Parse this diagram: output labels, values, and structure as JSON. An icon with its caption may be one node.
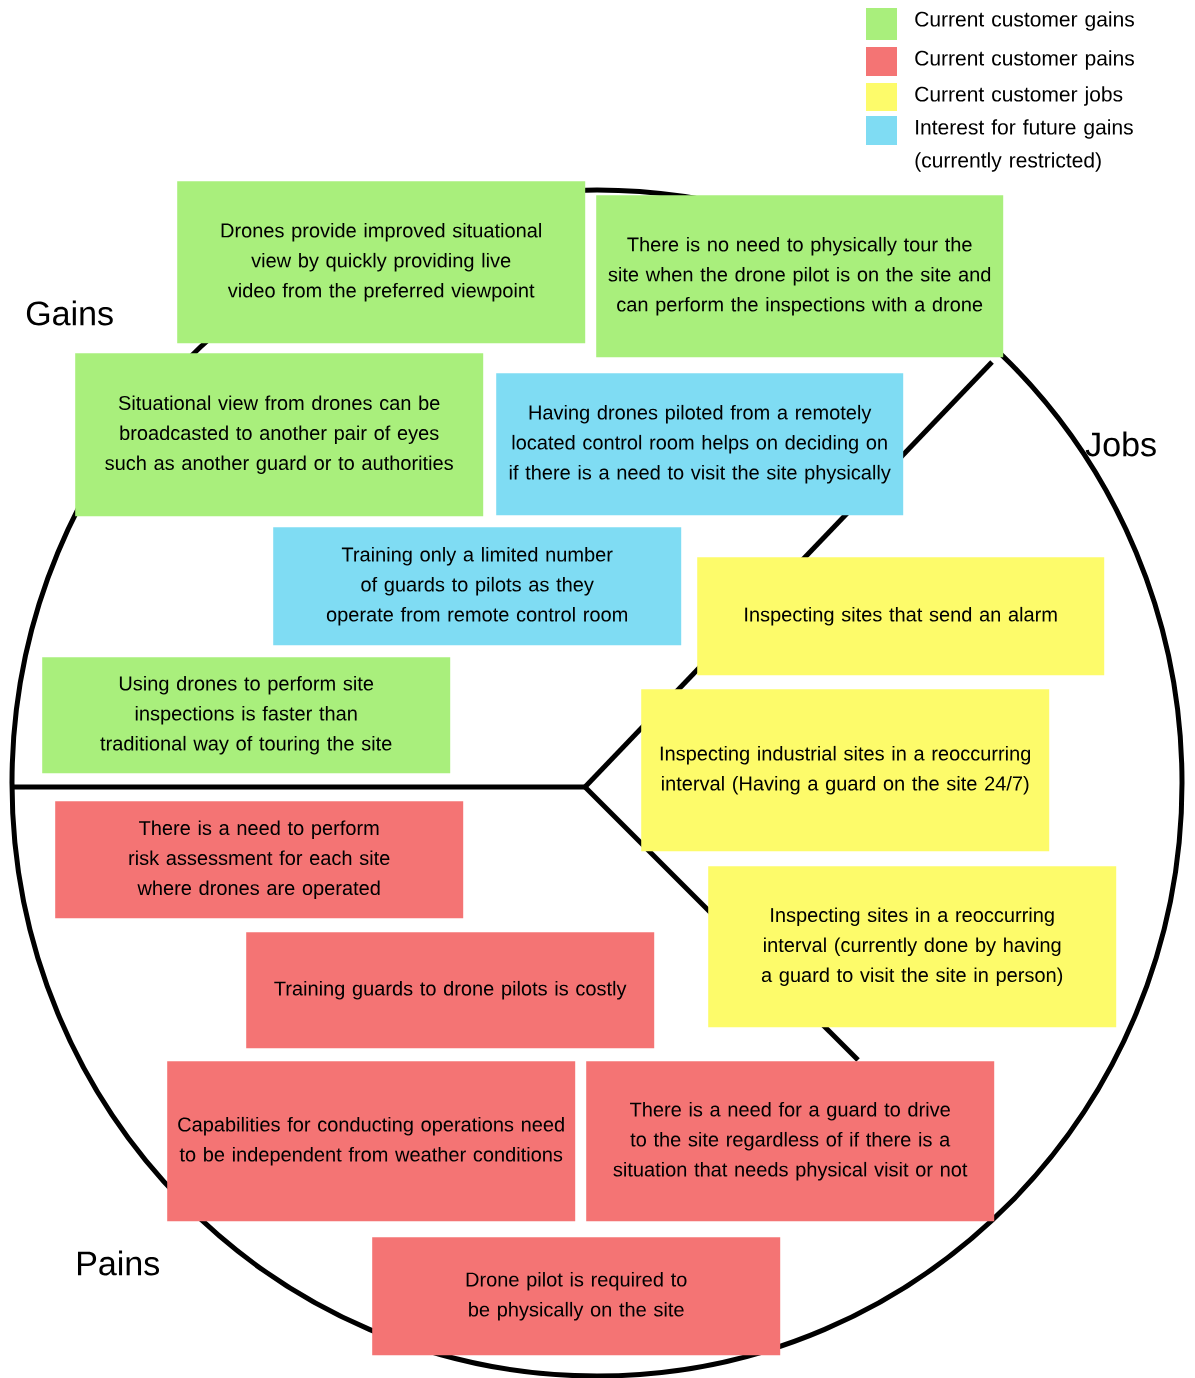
{
  "diagram": {
    "nodes": [
      {
        "text": [
          "Drones provide improved situational view by quickly providing live video from the preferred viewpoint"
        ]
      },
      {
        "text": [
          "There is no need to physically tour the site when the drone pilot is on the site and can perform the inspections with a drone"
        ]
      },
      {
        "text": [
          "Situational view from drones can be broadcasted to another pair of eyes such as another guard or to authorities"
        ]
      },
      {
        "text": [
          "Having drones piloted from a remotely located control room helps on deciding on if there is a need to visit the site physically"
        ]
      },
      {
        "text": [
          "Training only a limited number of guards to pilots as they operate from remote control room"
        ]
      },
      {
        "text": [
          "Inspecting sites that send an alarm"
        ]
      },
      {
        "text": [
          "Using drones to perform site inspections is faster than traditional way of touring the site"
        ]
      },
      {
        "text": [
          "Inspecting industrial sites in a reoccurring interval (Having a guard on the site 24/7)"
        ]
      },
      {
        "text": [
          "There is a need to perform risk assessment for each site where drones are operated"
        ]
      },
      {
        "text": [
          "Inspecting sites in a reoccurring interval (currently done by having a guard to visit the site in person)"
        ]
      },
      {
        "text": [
          "Training guards to drone pilots is costly"
        ]
      },
      {
        "text": [
          "Capabilities for conducting operations need to be independent from weather conditions"
        ]
      },
      {
        "text": [
          "There is a need for a guard to drive to the site regardless of if there is a situation that needs physical visit or not"
        ]
      },
      {
        "text": [
          "Drone pilot is required to be physically on the site"
        ]
      }
    ],
    "labels": [
      "Gains",
      "Jobs",
      "Pains"
    ],
    "legend": [
      {
        "text": "Current customer gains",
        "color": "#a9ef7c"
      },
      {
        "text": "Current customer pains",
        "color": "#f47474"
      },
      {
        "text": "Current customer jobs",
        "color": "#fdfb6a"
      },
      {
        "text": "Interest for future gains (currently restricted)",
        "color": "#7fdcf3"
      }
    ]
  }
}
